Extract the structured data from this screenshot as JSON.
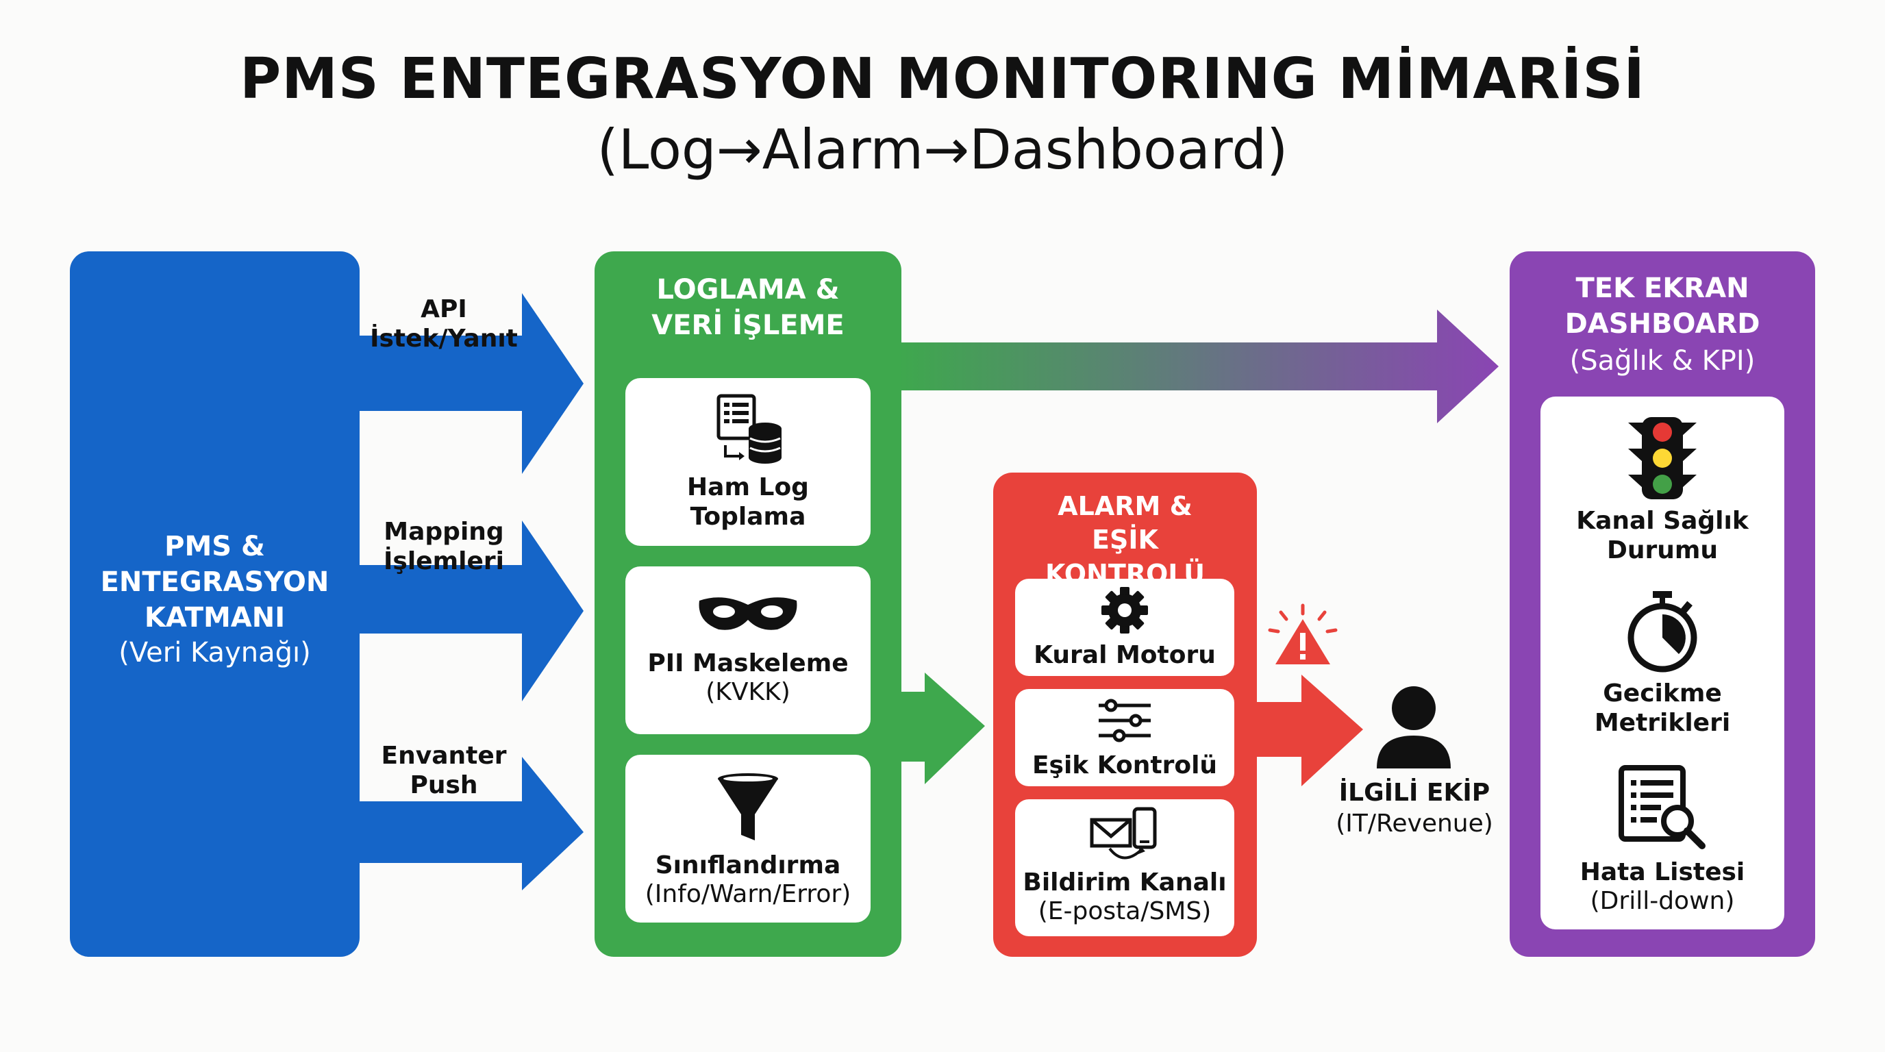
{
  "title": "PMS ENTEGRASYON MONITORING MİMARİSİ",
  "subtitle": "(Log→Alarm→Dashboard)",
  "colors": {
    "blue": "#1565c8",
    "green": "#3ea84d",
    "red": "#e8423b",
    "purple": "#8a45b3"
  },
  "source": {
    "title": "PMS & ENTEGRASYON KATMANI",
    "subtitle": "(Veri Kaynağı)"
  },
  "inputs": [
    {
      "label": "API İstek/Yanıt"
    },
    {
      "label": "Mapping İşlemleri"
    },
    {
      "label": "Envanter Push"
    }
  ],
  "logging": {
    "title": "LOGLAMA & VERİ İŞLEME",
    "cards": [
      {
        "icon": "database-icon",
        "title": "Ham Log Toplama",
        "sub": ""
      },
      {
        "icon": "mask-icon",
        "title": "PII Maskeleme",
        "sub": "(KVKK)"
      },
      {
        "icon": "funnel-icon",
        "title": "Sınıflandırma",
        "sub": "(Info/Warn/Error)"
      }
    ]
  },
  "alarm": {
    "title": "ALARM & EŞİK KONTROLÜ",
    "cards": [
      {
        "icon": "gear-icon",
        "title": "Kural Motoru",
        "sub": ""
      },
      {
        "icon": "sliders-icon",
        "title": "Eşik Kontrolü",
        "sub": ""
      },
      {
        "icon": "envelope-phone-icon",
        "title": "Bildirim Kanalı",
        "sub": "(E-posta/SMS)"
      }
    ]
  },
  "team": {
    "icon": "person-icon",
    "title": "İLGİLİ EKİP",
    "sub": "(IT/Revenue)"
  },
  "dashboard": {
    "title": "TEK EKRAN DASHBOARD",
    "subtitle": "(Sağlık & KPI)",
    "cards": [
      {
        "icon": "traffic-light-icon",
        "title": "Kanal Sağlık Durumu",
        "sub": ""
      },
      {
        "icon": "stopwatch-icon",
        "title": "Gecikme Metrikleri",
        "sub": ""
      },
      {
        "icon": "document-search-icon",
        "title": "Hata Listesi",
        "sub": "(Drill-down)"
      }
    ]
  }
}
